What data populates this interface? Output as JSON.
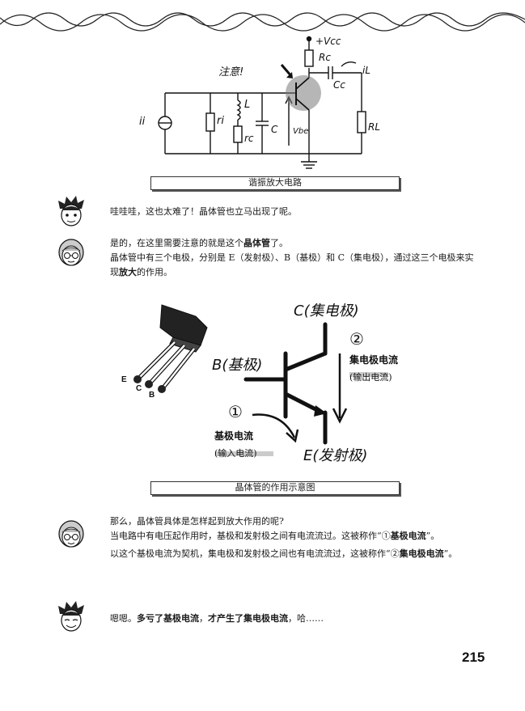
{
  "circuit": {
    "note_label": "注意!",
    "vcc_label": "+Vcc",
    "rc_top_label": "Rc",
    "cc_label": "Cc",
    "il_label": "iL",
    "ii_label": "ii",
    "ri_label": "ri",
    "l_label": "L",
    "rc_label": "rc",
    "c_label": "C",
    "vbe_label": "Vbe",
    "rl_label": "RL",
    "caption": "谐振放大电路"
  },
  "dialogue1": {
    "text": "哇哇哇，这也太难了！晶体管也立马出现了呢。"
  },
  "dialogue2": {
    "line1_pre": "是的，在这里需要注意的就是这个",
    "line1_bold": "晶体管",
    "line1_post": "了。",
    "line2_pre": "晶体管中有三个电极，分别是 E（发射极）、B（基极）和 C（集电极），通过这三个电极来实现",
    "line2_bold": "放大",
    "line2_post": "的作用。"
  },
  "transistor": {
    "c_label": "C(集电极)",
    "b_label": "B(基极)",
    "e_label": "E(发射极)",
    "num2": "②",
    "collector_current": "集电极电流",
    "output_current": "(输出电流)",
    "num1": "①",
    "base_current": "基极电流",
    "input_current": "(输入电流)",
    "pin_e": "E",
    "pin_c": "C",
    "pin_b": "B",
    "caption": "晶体管的作用示意图"
  },
  "dialogue3": {
    "line1": "那么，晶体管具体是怎样起到放大作用的呢?",
    "line2_pre": "当电路中有电压起作用时，基极和发射极之间有电流流过。这被称作“①",
    "line2_bold": "基极电流",
    "line2_post": "”。",
    "line3_pre": "以这个基极电流为契机，集电极和发射极之间也有电流流过，这被称作“②",
    "line3_bold": "集电极电流",
    "line3_post": "”。"
  },
  "dialogue4": {
    "pre": "嗯嗯。",
    "bold1": "多亏了基极电流",
    "mid": "，",
    "bold2": "才产生了集电极电流",
    "post": "，哈……"
  },
  "page_number": "215"
}
